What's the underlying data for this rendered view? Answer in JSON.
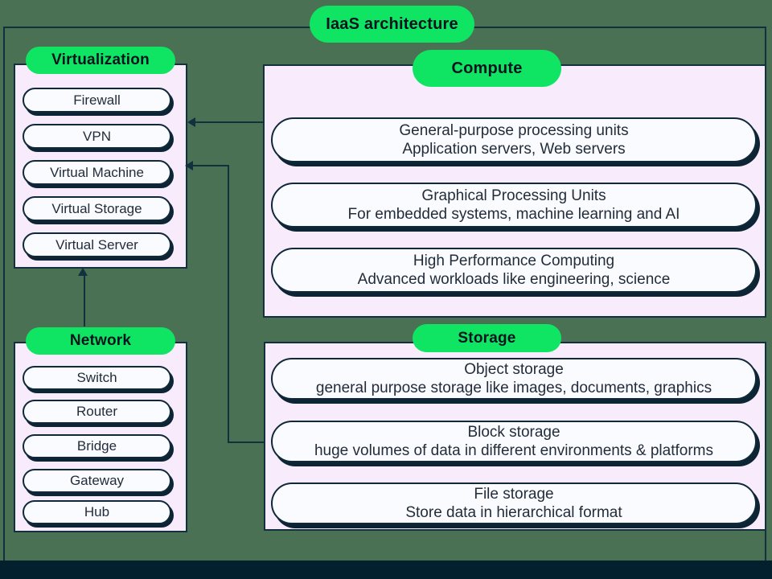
{
  "title": "IaaS architecture",
  "virtualization": {
    "label": "Virtualization",
    "items": [
      "Firewall",
      "VPN",
      "Virtual Machine",
      "Virtual Storage",
      "Virtual Server"
    ]
  },
  "network": {
    "label": "Network",
    "items": [
      "Switch",
      "Router",
      "Bridge",
      "Gateway",
      "Hub"
    ]
  },
  "compute": {
    "label": "Compute",
    "items": [
      {
        "title": "General-purpose processing units",
        "desc": "Application servers, Web servers"
      },
      {
        "title": "Graphical Processing Units",
        "desc": "For embedded systems, machine learning and AI"
      },
      {
        "title": "High Performance Computing",
        "desc": "Advanced workloads like engineering, science"
      }
    ]
  },
  "storage": {
    "label": "Storage",
    "items": [
      {
        "title": "Object storage",
        "desc": "general purpose storage like images, documents, graphics"
      },
      {
        "title": "Block storage",
        "desc": "huge volumes of data in different environments & platforms"
      },
      {
        "title": "File storage",
        "desc": "Store data in hierarchical format"
      }
    ]
  },
  "colors": {
    "background": "#4A7153",
    "panel_fill": "#F8EBFB",
    "pill_green": "#10E463",
    "pill_white": "#FAFBFE",
    "ink": "#12303E",
    "bottom_bar": "#03202E",
    "text": "#232D3A"
  }
}
